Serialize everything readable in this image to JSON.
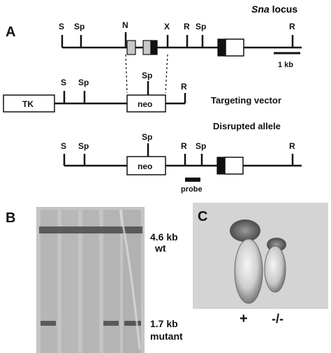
{
  "panel_a": {
    "panel_label": "A",
    "locus_title_italic": "Sna",
    "locus_title_rest": " locus",
    "locus_sites": [
      "S",
      "Sp",
      "N",
      "X",
      "R",
      "Sp",
      "R"
    ],
    "scale_bar_label": "1 kb",
    "vector_sites": [
      "S",
      "Sp",
      "Sp",
      "R"
    ],
    "vector_boxes": [
      "TK",
      "neo"
    ],
    "vector_title": "Targeting vector",
    "allele_title": "Disrupted allele",
    "allele_sites": [
      "S",
      "Sp",
      "Sp",
      "R",
      "Sp",
      "R"
    ],
    "allele_box": "neo",
    "probe_label": "probe"
  },
  "panel_b": {
    "panel_label": "B",
    "band_upper_size": "4.6 kb",
    "band_upper_type": "wt",
    "band_lower_size": "1.7 kb",
    "band_lower_type": "mutant"
  },
  "panel_c": {
    "panel_label": "C",
    "genotype_left": "+",
    "genotype_right": "-/-"
  }
}
